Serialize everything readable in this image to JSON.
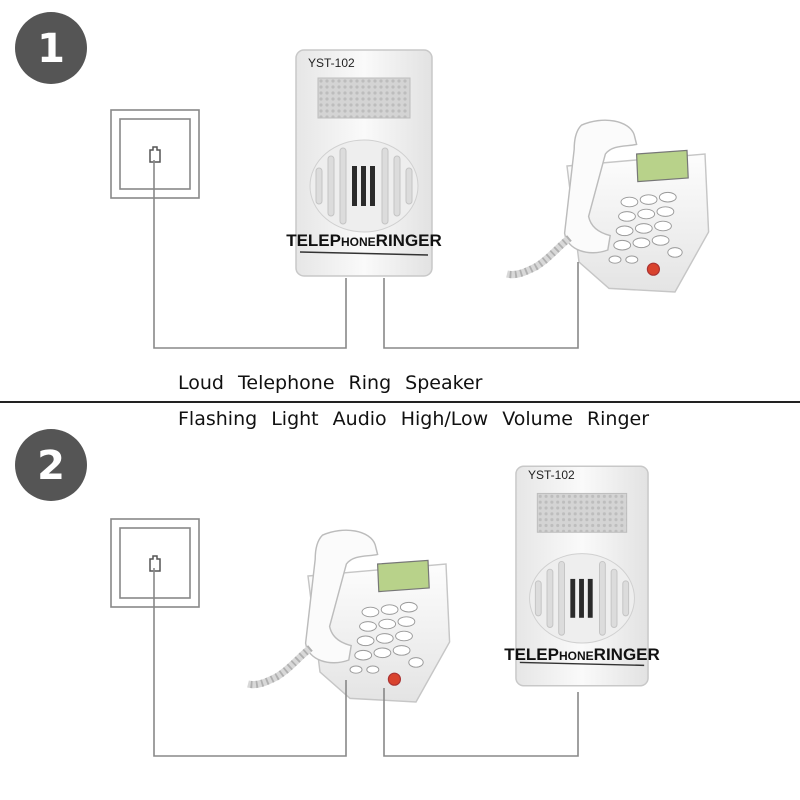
{
  "steps": [
    "1",
    "2"
  ],
  "device": {
    "model": "YST-102",
    "brand_parts": [
      "TELEP",
      "HONE",
      "RINGER"
    ]
  },
  "captions": {
    "line1": "Loud Telephone Ring Speaker",
    "line2": "Flashing Light Audio High/Low Volume Ringer"
  },
  "colors": {
    "step_badge": "#555555",
    "device_body": "#f2f2f2",
    "device_outline": "#c8c8c8",
    "wire": "#888888",
    "lcd": "#b8d28a",
    "red_button": "#d9432e"
  }
}
